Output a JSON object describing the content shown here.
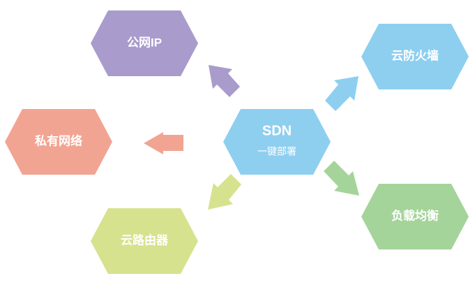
{
  "center": {
    "title": "SDN",
    "subtitle": "一键部署",
    "color": "#8ecff0"
  },
  "nodes": {
    "public_ip": {
      "label": "公网IP",
      "color": "#a99bcb",
      "arrow_color": "#a99bcb"
    },
    "cloud_firewall": {
      "label": "云防火墙",
      "color": "#8ecff0",
      "arrow_color": "#8ecff0"
    },
    "private_network": {
      "label": "私有网络",
      "color": "#f2a493",
      "arrow_color": "#f2a493"
    },
    "cloud_router": {
      "label": "云路由器",
      "color": "#d7e28e",
      "arrow_color": "#d7e28e"
    },
    "load_balancing": {
      "label": "负载均衡",
      "color": "#a5d49a",
      "arrow_color": "#a5d49a"
    }
  }
}
